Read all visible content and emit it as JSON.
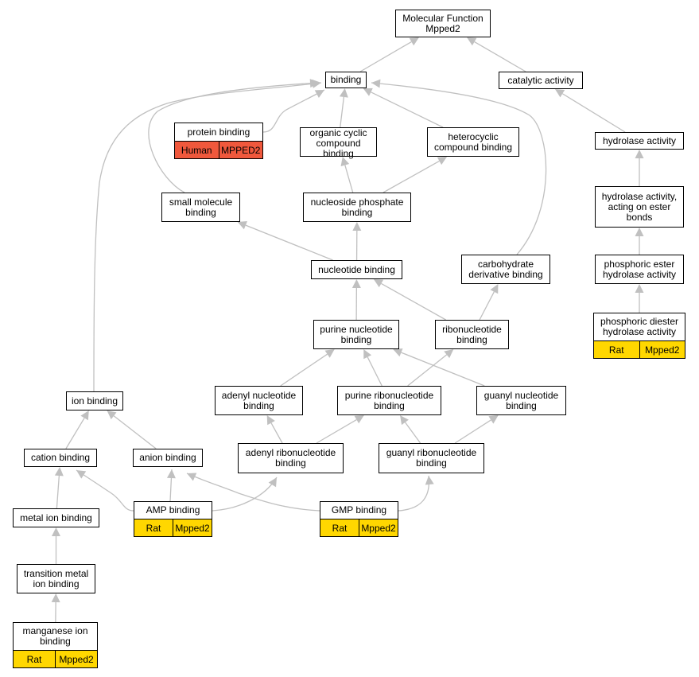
{
  "diagram": {
    "colors": {
      "edge": "#c0c0c0",
      "rat": "#ffd700",
      "human": "#f0583c"
    },
    "nodes": [
      {
        "id": "mf",
        "label": "Molecular Function\nMpped2"
      },
      {
        "id": "binding",
        "label": "binding"
      },
      {
        "id": "catalytic",
        "label": "catalytic activity"
      },
      {
        "id": "protein",
        "label": "protein binding",
        "tags": [
          {
            "text": "Human",
            "kind": "human"
          },
          {
            "text": "MPPED2",
            "kind": "human"
          }
        ]
      },
      {
        "id": "organic",
        "label": "organic cyclic\ncompound binding"
      },
      {
        "id": "heterocyclic",
        "label": "heterocyclic\ncompound binding"
      },
      {
        "id": "hydrolase",
        "label": "hydrolase activity"
      },
      {
        "id": "smallmol",
        "label": "small molecule\nbinding"
      },
      {
        "id": "nucphos",
        "label": "nucleoside phosphate\nbinding"
      },
      {
        "id": "hydroester",
        "label": "hydrolase activity,\nacting on ester\nbonds"
      },
      {
        "id": "nucleotide",
        "label": "nucleotide binding"
      },
      {
        "id": "carbo",
        "label": "carbohydrate\nderivative binding"
      },
      {
        "id": "phosester",
        "label": "phosphoric ester\nhydrolase activity"
      },
      {
        "id": "purine",
        "label": "purine nucleotide\nbinding"
      },
      {
        "id": "ribonuc",
        "label": "ribonucleotide\nbinding"
      },
      {
        "id": "phosdiester",
        "label": "phosphoric diester\nhydrolase activity",
        "tags": [
          {
            "text": "Rat",
            "kind": "rat"
          },
          {
            "text": "Mpped2",
            "kind": "rat"
          }
        ]
      },
      {
        "id": "ion",
        "label": "ion binding"
      },
      {
        "id": "adenyl",
        "label": "adenyl nucleotide\nbinding"
      },
      {
        "id": "purineribo",
        "label": "purine ribonucleotide\nbinding"
      },
      {
        "id": "guanyl",
        "label": "guanyl nucleotide\nbinding"
      },
      {
        "id": "cation",
        "label": "cation binding"
      },
      {
        "id": "anion",
        "label": "anion binding"
      },
      {
        "id": "adenylribo",
        "label": "adenyl ribonucleotide\nbinding"
      },
      {
        "id": "guanylribo",
        "label": "guanyl ribonucleotide\nbinding"
      },
      {
        "id": "amp",
        "label": "AMP binding",
        "tags": [
          {
            "text": "Rat",
            "kind": "rat"
          },
          {
            "text": "Mpped2",
            "kind": "rat"
          }
        ]
      },
      {
        "id": "gmp",
        "label": "GMP binding",
        "tags": [
          {
            "text": "Rat",
            "kind": "rat"
          },
          {
            "text": "Mpped2",
            "kind": "rat"
          }
        ]
      },
      {
        "id": "metal",
        "label": "metal ion binding"
      },
      {
        "id": "transition",
        "label": "transition metal\nion binding"
      },
      {
        "id": "manganese",
        "label": "manganese ion\nbinding",
        "tags": [
          {
            "text": "Rat",
            "kind": "rat"
          },
          {
            "text": "Mpped2",
            "kind": "rat"
          }
        ]
      }
    ],
    "edges": [
      [
        "binding",
        "mf"
      ],
      [
        "catalytic",
        "mf"
      ],
      [
        "protein",
        "binding"
      ],
      [
        "organic",
        "binding"
      ],
      [
        "heterocyclic",
        "binding"
      ],
      [
        "smallmol",
        "binding"
      ],
      [
        "carbo",
        "binding"
      ],
      [
        "ion",
        "binding"
      ],
      [
        "hydrolase",
        "catalytic"
      ],
      [
        "hydroester",
        "hydrolase"
      ],
      [
        "phosester",
        "hydroester"
      ],
      [
        "phosdiester",
        "phosester"
      ],
      [
        "nucphos",
        "organic"
      ],
      [
        "nucphos",
        "heterocyclic"
      ],
      [
        "nucleotide",
        "nucphos"
      ],
      [
        "nucleotide",
        "smallmol"
      ],
      [
        "purine",
        "nucleotide"
      ],
      [
        "ribonuc",
        "nucleotide"
      ],
      [
        "ribonuc",
        "carbo"
      ],
      [
        "adenyl",
        "purine"
      ],
      [
        "purineribo",
        "purine"
      ],
      [
        "guanyl",
        "purine"
      ],
      [
        "purineribo",
        "ribonuc"
      ],
      [
        "adenylribo",
        "adenyl"
      ],
      [
        "adenylribo",
        "purineribo"
      ],
      [
        "guanylribo",
        "purineribo"
      ],
      [
        "guanylribo",
        "guanyl"
      ],
      [
        "cation",
        "ion"
      ],
      [
        "anion",
        "ion"
      ],
      [
        "amp",
        "cation"
      ],
      [
        "amp",
        "anion"
      ],
      [
        "amp",
        "adenylribo"
      ],
      [
        "gmp",
        "anion"
      ],
      [
        "gmp",
        "guanylribo"
      ],
      [
        "metal",
        "cation"
      ],
      [
        "transition",
        "metal"
      ],
      [
        "manganese",
        "transition"
      ]
    ]
  }
}
